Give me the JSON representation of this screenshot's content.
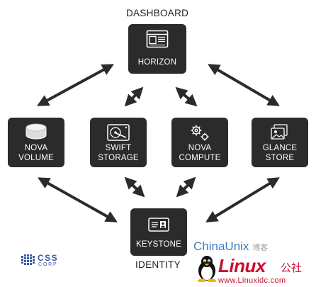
{
  "diagram": {
    "top_caption": "DASHBOARD",
    "bottom_caption": "IDENTITY",
    "nodes": {
      "horizon": {
        "line1": "HORIZON",
        "line2": "",
        "icon": "dashboard-window-icon"
      },
      "nova_volume": {
        "line1": "NOVA",
        "line2": "VOLUME",
        "icon": "disk-cylinder-icon"
      },
      "swift_storage": {
        "line1": "SWIFT",
        "line2": "STORAGE",
        "icon": "hard-drive-icon"
      },
      "nova_compute": {
        "line1": "NOVA",
        "line2": "COMPUTE",
        "icon": "gears-icon"
      },
      "glance_store": {
        "line1": "GLANCE",
        "line2": "STORE",
        "icon": "images-icon"
      },
      "keystone": {
        "line1": "KEYSTONE",
        "line2": "",
        "icon": "id-card-icon"
      }
    },
    "arrow_color": "#2b2b2b",
    "node_color": "#2b2b2b"
  },
  "logo": {
    "text_top": "CSS",
    "text_bottom": "CORP",
    "color": "#3a5aa8"
  },
  "watermark": {
    "line1": "ChinaUnix",
    "line1_suffix": "博客",
    "line2": "Linux",
    "line2_suffix": "公社",
    "url": "www.Linuxidc.com",
    "color_blue": "#2a6fb8",
    "color_red": "#c8102e"
  }
}
